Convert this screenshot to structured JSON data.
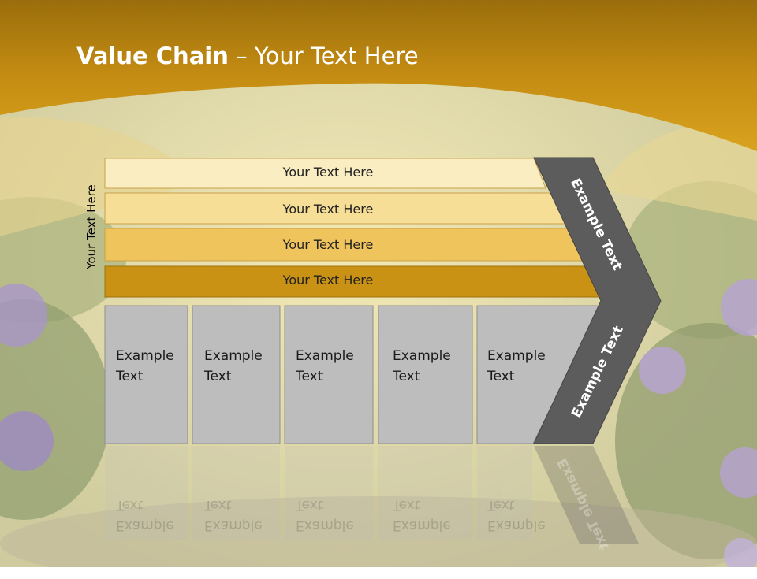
{
  "slide": {
    "title_bold": "Value Chain",
    "title_rest": " – Your Text Here",
    "side_label": "Your Text Here"
  },
  "rows": [
    {
      "label": "Your Text Here",
      "color": "#FBEDC2"
    },
    {
      "label": "Your Text Here",
      "color": "#F7DE96"
    },
    {
      "label": "Your Text Here",
      "color": "#F0C45C"
    },
    {
      "label": "Your Text Here",
      "color": "#C99214"
    }
  ],
  "boxes": [
    {
      "line1": "Example",
      "line2": "Text"
    },
    {
      "line1": "Example",
      "line2": "Text"
    },
    {
      "line1": "Example",
      "line2": "Text"
    },
    {
      "line1": "Example",
      "line2": "Text"
    },
    {
      "line1": "Example",
      "line2": "Text"
    }
  ],
  "chevron": {
    "upper_label": "Example Text",
    "lower_label": "Example Text",
    "color": "#5C5C5C"
  },
  "colors": {
    "header_gold": "#C8900F",
    "box_gray": "#BDBDBD"
  }
}
